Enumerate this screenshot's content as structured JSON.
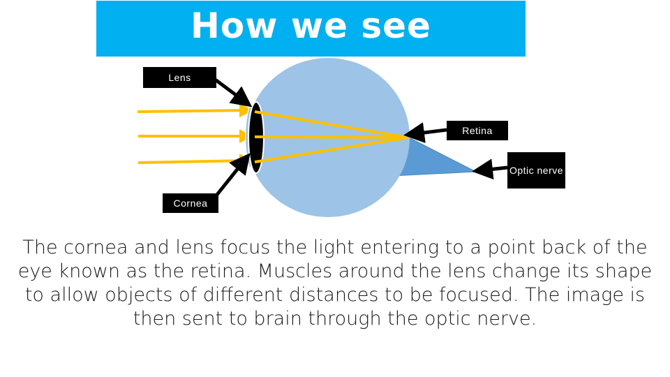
{
  "title": "How we see",
  "colors": {
    "banner": "#00b0f0",
    "eyeball": "#9dc3e6",
    "optic_nerve": "#5b9bd5",
    "light_rays": "#ffc000",
    "label_bg": "#000000",
    "label_text": "#ffffff"
  },
  "labels": {
    "lens": "Lens",
    "retina": "Retina",
    "optic_nerve": "Optic nerve",
    "cornea": "Cornea"
  },
  "caption": "The cornea and lens focus the light entering to a point back of the eye known as the retina. Muscles around the lens change its shape to allow objects of different distances to be focused. The image is then sent to brain through the optic nerve."
}
